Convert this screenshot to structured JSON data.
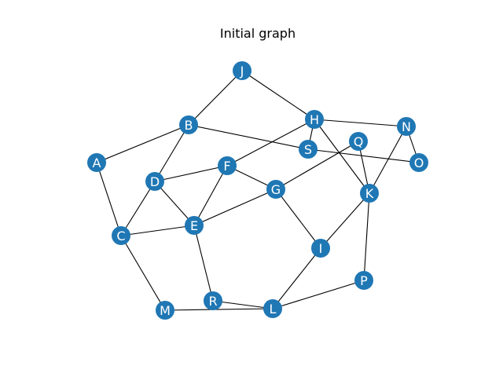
{
  "title": "Initial graph",
  "node_color": "#1f77b4",
  "edge_color": "#000000",
  "label_color": "#ffffff",
  "nodes": [
    "J",
    "B",
    "H",
    "N",
    "S",
    "Q",
    "O",
    "A",
    "F",
    "D",
    "G",
    "K",
    "E",
    "C",
    "I",
    "P",
    "R",
    "M",
    "L"
  ],
  "edges": [
    [
      "J",
      "B"
    ],
    [
      "J",
      "H"
    ],
    [
      "B",
      "A"
    ],
    [
      "B",
      "D"
    ],
    [
      "B",
      "S"
    ],
    [
      "S",
      "O"
    ],
    [
      "H",
      "S"
    ],
    [
      "H",
      "N"
    ],
    [
      "H",
      "K"
    ],
    [
      "H",
      "F"
    ],
    [
      "N",
      "O"
    ],
    [
      "N",
      "K"
    ],
    [
      "Q",
      "K"
    ],
    [
      "Q",
      "G"
    ],
    [
      "A",
      "C"
    ],
    [
      "F",
      "D"
    ],
    [
      "F",
      "G"
    ],
    [
      "F",
      "E"
    ],
    [
      "D",
      "E"
    ],
    [
      "D",
      "C"
    ],
    [
      "C",
      "E"
    ],
    [
      "C",
      "M"
    ],
    [
      "E",
      "G"
    ],
    [
      "E",
      "R"
    ],
    [
      "G",
      "I"
    ],
    [
      "K",
      "I"
    ],
    [
      "K",
      "P"
    ],
    [
      "I",
      "L"
    ],
    [
      "P",
      "L"
    ],
    [
      "R",
      "L"
    ],
    [
      "M",
      "L"
    ]
  ]
}
